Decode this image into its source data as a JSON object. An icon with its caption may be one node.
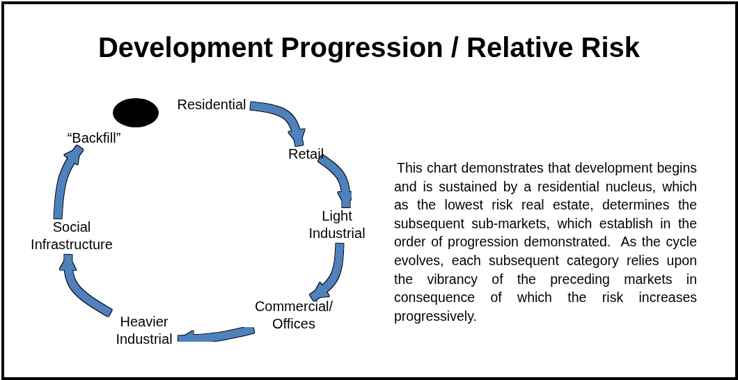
{
  "diagram": {
    "title": "Development Progression / Relative Risk",
    "nodes": [
      {
        "text": [],
        "shape": "circle"
      },
      {
        "text": [
          "Residential"
        ]
      },
      {
        "text": [
          "Retail"
        ]
      },
      {
        "text": [
          "Light Industrial"
        ]
      },
      {
        "text": [
          "Commercial/ Offices"
        ]
      },
      {
        "text": [
          "Heavier Industrial"
        ]
      },
      {
        "text": [
          "Social Infrastructure"
        ]
      },
      {
        "text": [
          "“Backfill”"
        ]
      }
    ],
    "edges": [
      {
        "from": 1,
        "to": 2,
        "arrow": "to"
      },
      {
        "from": 2,
        "to": 3,
        "arrow": "to"
      },
      {
        "from": 3,
        "to": 4,
        "arrow": "to"
      },
      {
        "from": 4,
        "to": 5,
        "arrow": "to"
      },
      {
        "from": 5,
        "to": 6,
        "arrow": "to"
      },
      {
        "from": 6,
        "to": 7,
        "arrow": "to"
      }
    ],
    "labels": [
      "This chart demonstrates that development begins and is sustained by a residential nucleus, which as the lowest risk real estate, determines the subsequent sub-markets, which establish in the order of progression demonstrated.  As the cycle evolves, each subsequent category relies upon the vibrancy of the preceding markets in consequence of which the risk increases progressively."
    ]
  }
}
